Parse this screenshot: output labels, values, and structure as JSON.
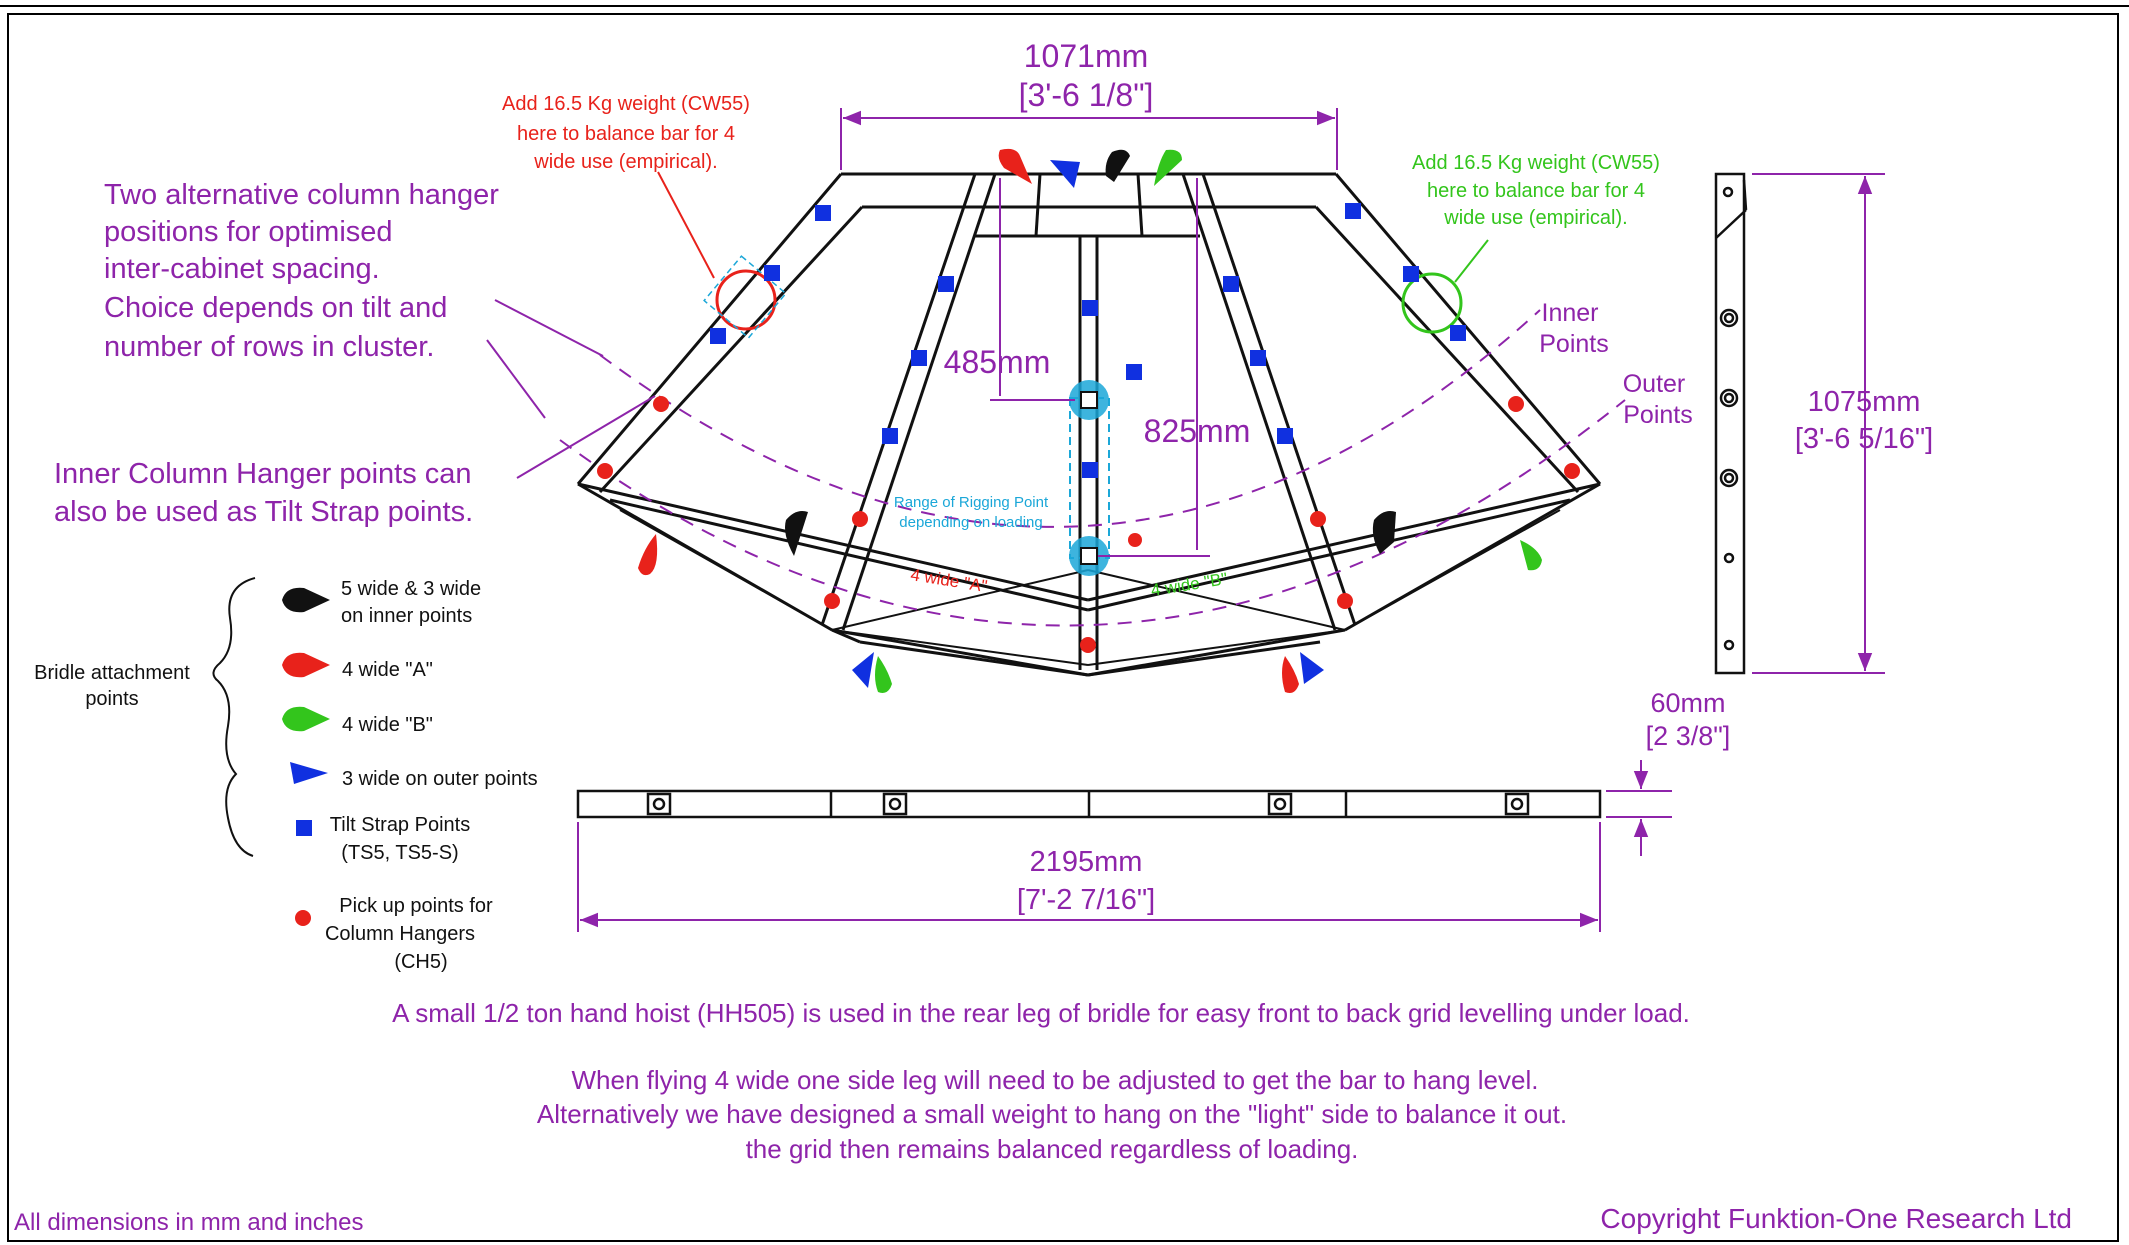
{
  "dims": {
    "width_label": "1071mm",
    "width_inches": "[3'-6 1/8\"]",
    "height_label": "1075mm",
    "height_inches": "[3'-6 5/16\"]",
    "inner_label": "485mm",
    "drop_label": "825mm",
    "thickness_label": "60mm",
    "thickness_inches": "[2 3/8\"]",
    "length_label": "2195mm",
    "length_inches": "[7'-2 7/16\"]"
  },
  "notes": {
    "red_weight": [
      "Add 16.5 Kg weight (CW55)",
      "here to balance bar for 4",
      "wide use (empirical)."
    ],
    "green_weight": [
      "Add 16.5 Kg weight (CW55)",
      "here to balance bar for 4",
      "wide use (empirical)."
    ],
    "column_hanger": [
      "Two alternative column hanger",
      "positions for optimised",
      "inter-cabinet spacing.",
      "Choice depends on tilt and",
      "number of rows in cluster."
    ],
    "inner_hanger": [
      "Inner Column Hanger points can",
      "also be used as Tilt Strap points."
    ],
    "inner_points": [
      "Inner",
      "Points"
    ],
    "outer_points": [
      "Outer",
      "Points"
    ],
    "rigging_range": [
      "Range of Rigging Point",
      "depending on loading"
    ],
    "leg_a": "4 wide \"A\"",
    "leg_b": "4 wide \"B\""
  },
  "legend": {
    "group": [
      "Bridle attachment",
      "points"
    ],
    "items": [
      {
        "lines": [
          "5 wide & 3 wide",
          "on inner points"
        ],
        "color": "#111111",
        "icon": "pointer-marker"
      },
      {
        "lines": [
          "4 wide \"A\""
        ],
        "color": "#e8221b",
        "icon": "pointer-marker"
      },
      {
        "lines": [
          "4 wide \"B\""
        ],
        "color": "#33c51c",
        "icon": "pointer-marker"
      },
      {
        "lines": [
          "3 wide on outer points"
        ],
        "color": "#1030e0",
        "icon": "triangle-marker"
      },
      {
        "lines": [
          "Tilt Strap Points",
          "(TS5, TS5-S)"
        ],
        "color": "#1030e0",
        "icon": "tilt-strap-square"
      },
      {
        "lines": [
          "Pick up points for",
          "Column Hangers",
          "(CH5)"
        ],
        "color": "#e8221b",
        "icon": "pickup-circle"
      }
    ]
  },
  "footer": {
    "hoist": "A small 1/2 ton hand hoist (HH505) is used in the rear leg of bridle for easy front to back grid levelling under load.",
    "flying": [
      "When flying 4 wide one side leg will need to be adjusted to get the bar to hang level.",
      "Alternatively we have designed a small weight to hang on the \"light\" side to balance it out.",
      "the grid then remains balanced regardless of loading."
    ],
    "units": "All dimensions in mm and inches",
    "copyright": "Copyright Funktion-One Research Ltd"
  },
  "colors": {
    "dimension": "#8e24aa",
    "red": "#e8221b",
    "green": "#33c51c",
    "blue": "#1030e0",
    "cyan": "#1ba7d8"
  }
}
